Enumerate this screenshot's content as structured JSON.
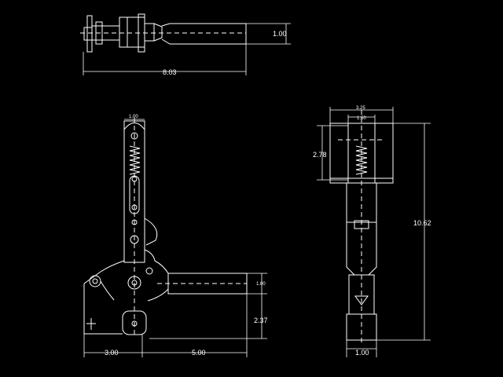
{
  "background_color": "#000000",
  "line_color": "#ffffff",
  "top_view": {
    "dim_length": "8.03",
    "dim_handle_dia": "1.00"
  },
  "front_view": {
    "dim_arm_width": "1.00",
    "dim_handle_dia": "1.00",
    "dim_base_height": "2.37",
    "dim_base_left": "3.00",
    "dim_handle_reach": "5.00"
  },
  "side_view": {
    "dim_top_outer": "3.25",
    "dim_top_inner": "1.50",
    "dim_spring_height": "2.78",
    "dim_total_height": "10.62",
    "dim_base_width": "1.00"
  }
}
